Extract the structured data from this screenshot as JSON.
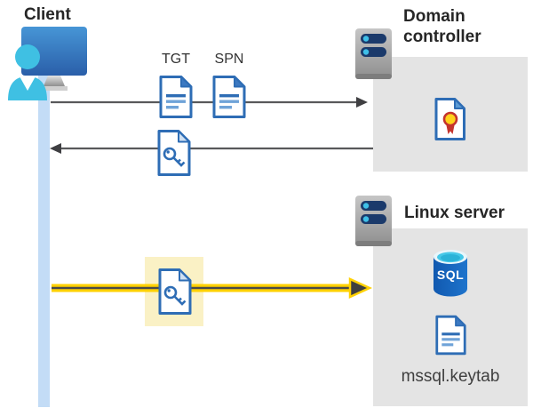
{
  "diagram": {
    "client": {
      "label": "Client"
    },
    "request": {
      "tgt_label": "TGT",
      "spn_label": "SPN"
    },
    "domain_controller": {
      "label": "Domain controller"
    },
    "linux_server": {
      "label": "Linux server",
      "database_label": "SQL",
      "keytab_label": "mssql.keytab"
    },
    "colors": {
      "document_blue": "#2e6db5",
      "timeline_blue": "#c3dcf6",
      "box_gray": "#e4e4e4",
      "arrow_gray": "#58595b",
      "highlight_yellow": "#faf1c5",
      "arrow_yellow": "#ffd103",
      "sql_blue": "#1159b0",
      "person_cyan": "#3fc0e3",
      "certificate_red": "#c4342d",
      "certificate_gold": "#ffd21c"
    }
  }
}
